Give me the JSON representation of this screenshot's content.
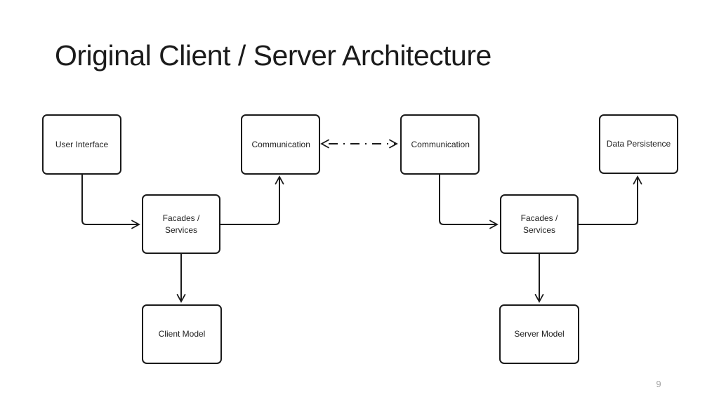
{
  "slide": {
    "title": "Original Client / Server Architecture",
    "page_number": "9"
  },
  "diagram": {
    "boxes": [
      {
        "id": "user-interface",
        "label": "User Interface"
      },
      {
        "id": "communication-client",
        "label": "Communication"
      },
      {
        "id": "communication-server",
        "label": "Communication"
      },
      {
        "id": "data-persistence",
        "label": "Data Persistence"
      },
      {
        "id": "facades-services-client",
        "label": "Facades / Services"
      },
      {
        "id": "facades-services-server",
        "label": "Facades / Services"
      },
      {
        "id": "client-model",
        "label": "Client Model"
      },
      {
        "id": "server-model",
        "label": "Server Model"
      }
    ],
    "connections": [
      {
        "from": "user-interface",
        "to": "facades-services-client",
        "style": "solid",
        "arrow": "end"
      },
      {
        "from": "facades-services-client",
        "to": "communication-client",
        "style": "solid",
        "arrow": "end"
      },
      {
        "from": "communication-client",
        "to": "communication-server",
        "style": "dash-dot",
        "arrow": "both"
      },
      {
        "from": "communication-server",
        "to": "facades-services-server",
        "style": "solid",
        "arrow": "end"
      },
      {
        "from": "facades-services-server",
        "to": "data-persistence",
        "style": "solid",
        "arrow": "end"
      },
      {
        "from": "facades-services-client",
        "to": "client-model",
        "style": "solid",
        "arrow": "end"
      },
      {
        "from": "facades-services-server",
        "to": "server-model",
        "style": "solid",
        "arrow": "end"
      }
    ]
  },
  "colors": {
    "background": "#ffffff",
    "stroke": "#1a1a1a",
    "text": "#212121",
    "page_number": "#a3a3a3"
  }
}
